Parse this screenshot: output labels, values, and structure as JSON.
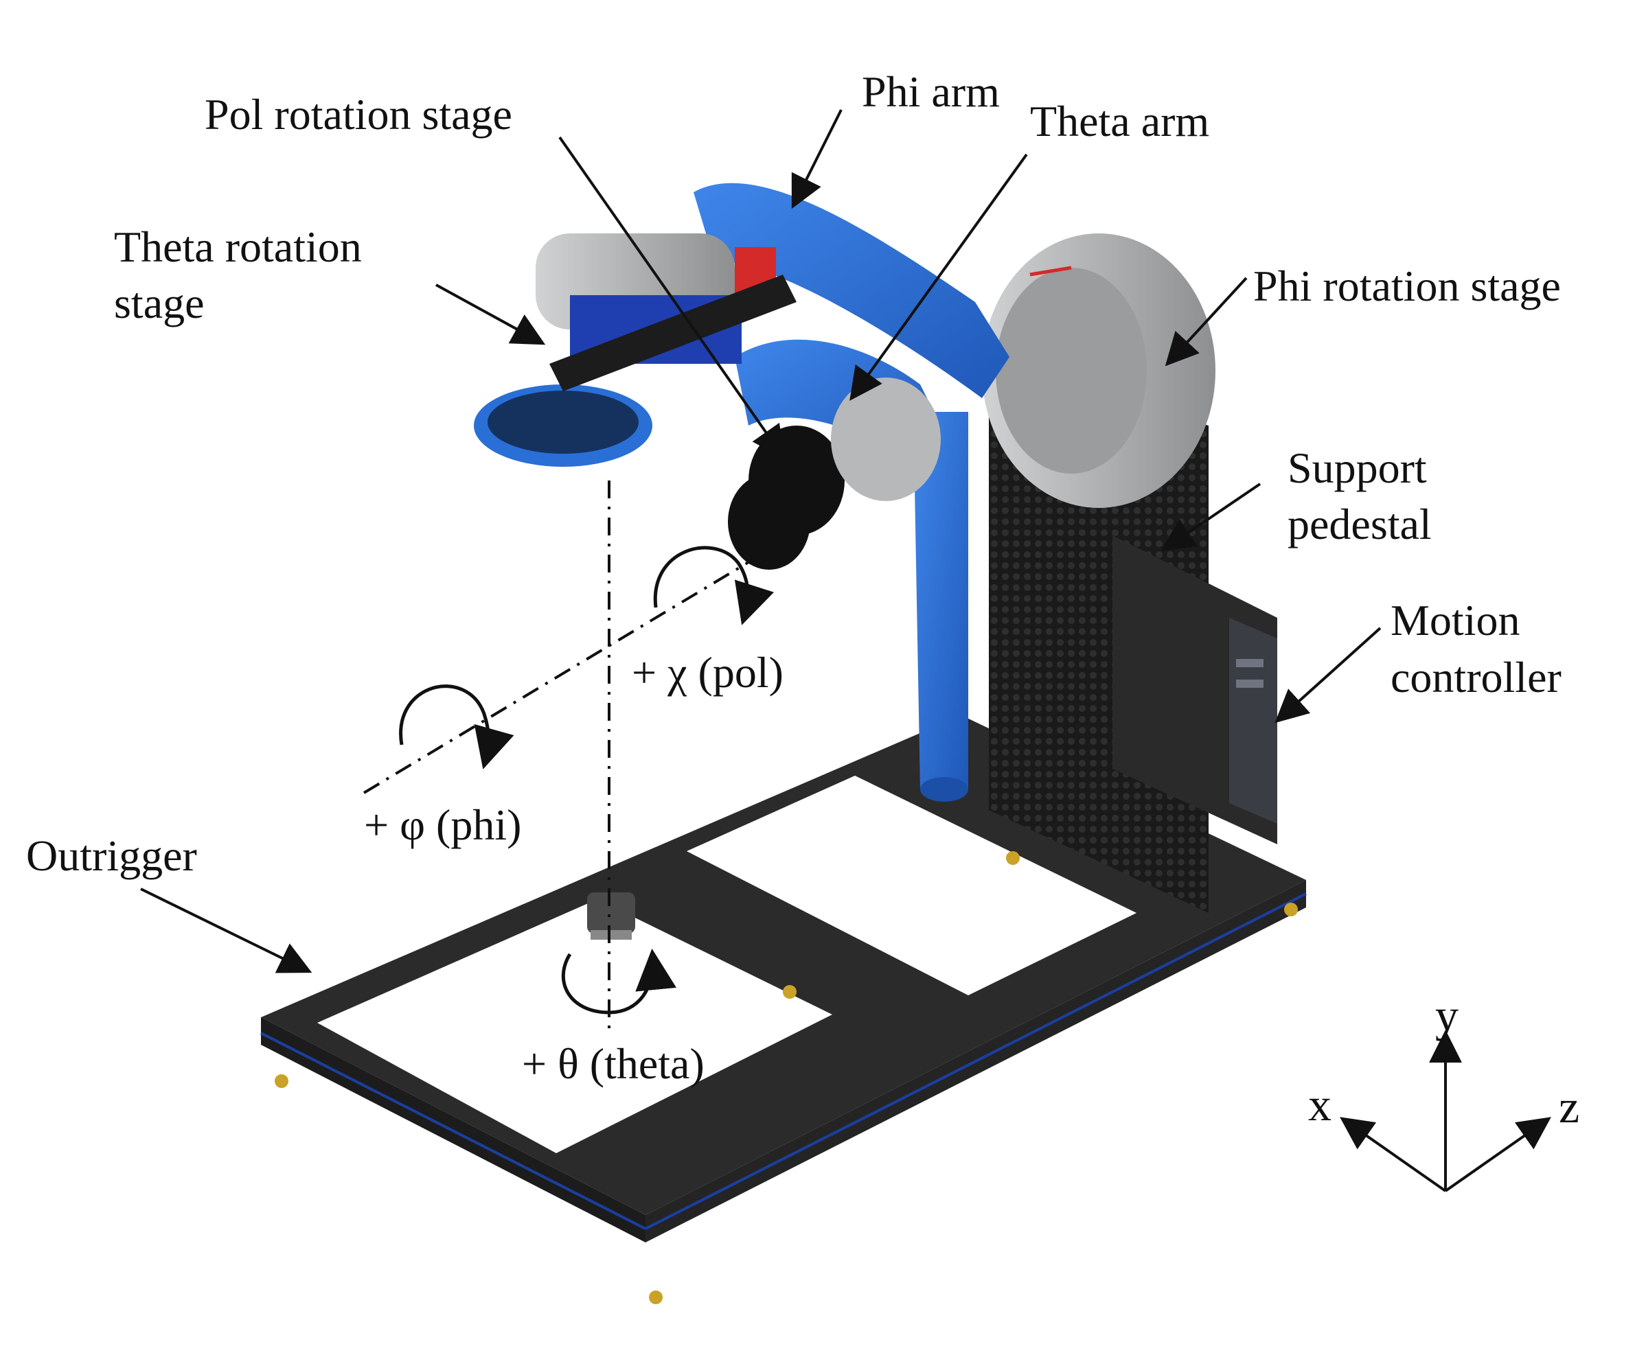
{
  "labels": {
    "pol_rotation_stage": "Pol rotation stage",
    "phi_arm": "Phi arm",
    "theta_arm": "Theta arm",
    "theta_rotation_stage_1": "Theta rotation",
    "theta_rotation_stage_2": "stage",
    "phi_rotation_stage": "Phi rotation stage",
    "support_pedestal_1": "Support",
    "support_pedestal_2": "pedestal",
    "motion_controller_1": "Motion",
    "motion_controller_2": "controller",
    "outrigger": "Outrigger"
  },
  "rotations": {
    "chi": "+ χ (pol)",
    "phi": "+ φ (phi)",
    "theta": "+ θ (theta)"
  },
  "axes": {
    "x": "x",
    "y": "y",
    "z": "z"
  },
  "colors": {
    "arm_blue": "#2a6fd6",
    "arm_blue_dark": "#1b4fa8",
    "absorber_black": "#1e1e1e",
    "frame_dark": "#2b2b2b",
    "stage_gray": "#a9abad",
    "accent_red": "#d42a2a",
    "foot_gold": "#c9a227"
  }
}
